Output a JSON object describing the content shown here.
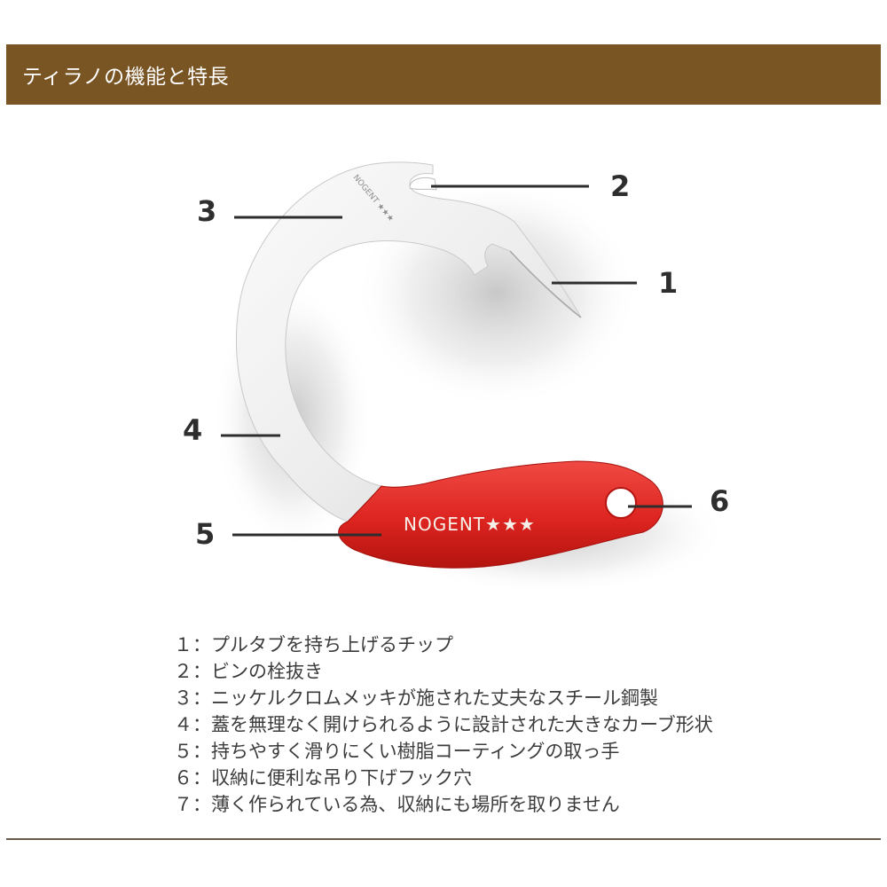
{
  "header": {
    "title": "ティラノの機能と特長"
  },
  "product": {
    "brand_print": "NOGENT★★★",
    "blade_engraving": "NOGENT ★★★",
    "handle_color": "#e02a26",
    "blade_color": "#ececec",
    "accent_color": "#7a5524"
  },
  "callouts": [
    {
      "num": "1"
    },
    {
      "num": "2"
    },
    {
      "num": "3"
    },
    {
      "num": "4"
    },
    {
      "num": "5"
    },
    {
      "num": "6"
    }
  ],
  "features": [
    "１：プルタブを持ち上げるチップ",
    "２：ビンの栓抜き",
    "３：ニッケルクロムメッキが施された丈夫なスチール鋼製",
    "４：蓋を無理なく開けられるように設計された大きなカーブ形状",
    "５：持ちやすく滑りにくい樹脂コーティングの取っ手",
    "６：収納に便利な吊り下げフック穴",
    "７：薄く作られている為、収納にも場所を取りません"
  ]
}
